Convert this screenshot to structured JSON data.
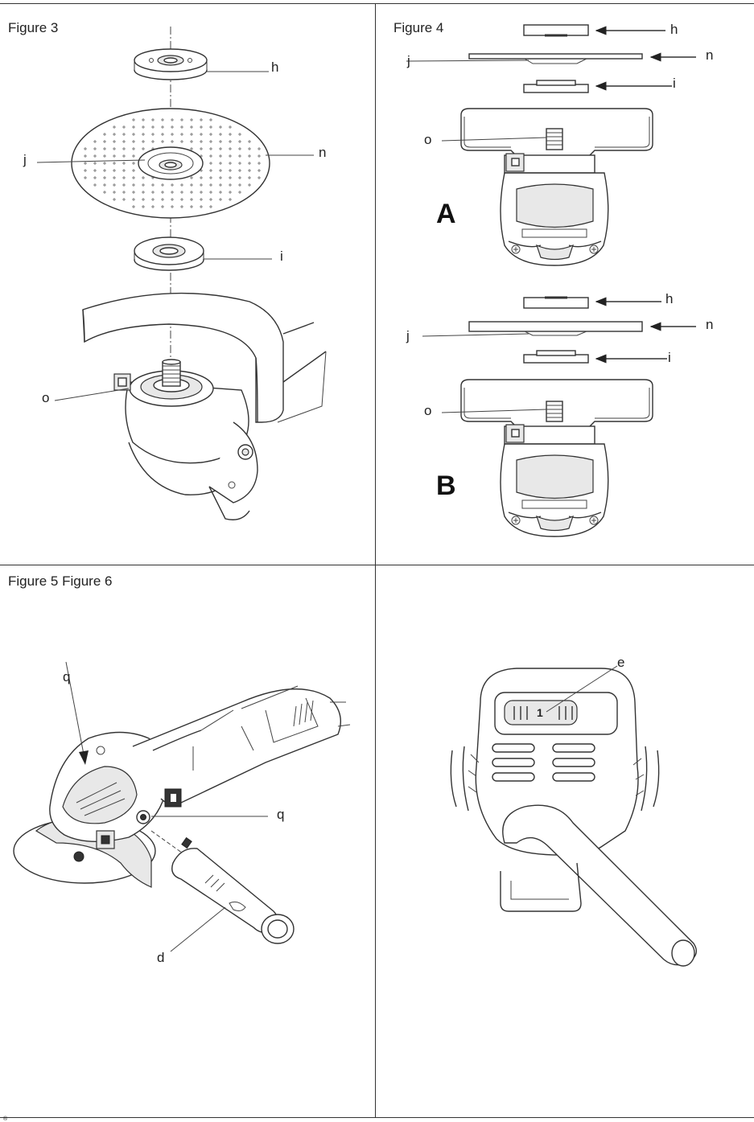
{
  "page": {
    "figures": {
      "fig3": {
        "caption": "Figure 3",
        "labels": {
          "h": "h",
          "j": "j",
          "n": "n",
          "i": "i",
          "o": "o"
        }
      },
      "fig4": {
        "caption": "Figure 4",
        "views": [
          {
            "letter": "A",
            "labels": {
              "h": "h",
              "j": "j",
              "n": "n",
              "i": "i",
              "o": "o"
            }
          },
          {
            "letter": "B",
            "labels": {
              "h": "h",
              "j": "j",
              "n": "n",
              "i": "i",
              "o": "o"
            }
          }
        ]
      },
      "fig56": {
        "caption": "Figure 5 Figure 6",
        "labels": {
          "q_top": "q",
          "q_side": "q",
          "d": "d",
          "e": "e"
        },
        "display_value": "1"
      }
    },
    "footer_mark": "®"
  }
}
